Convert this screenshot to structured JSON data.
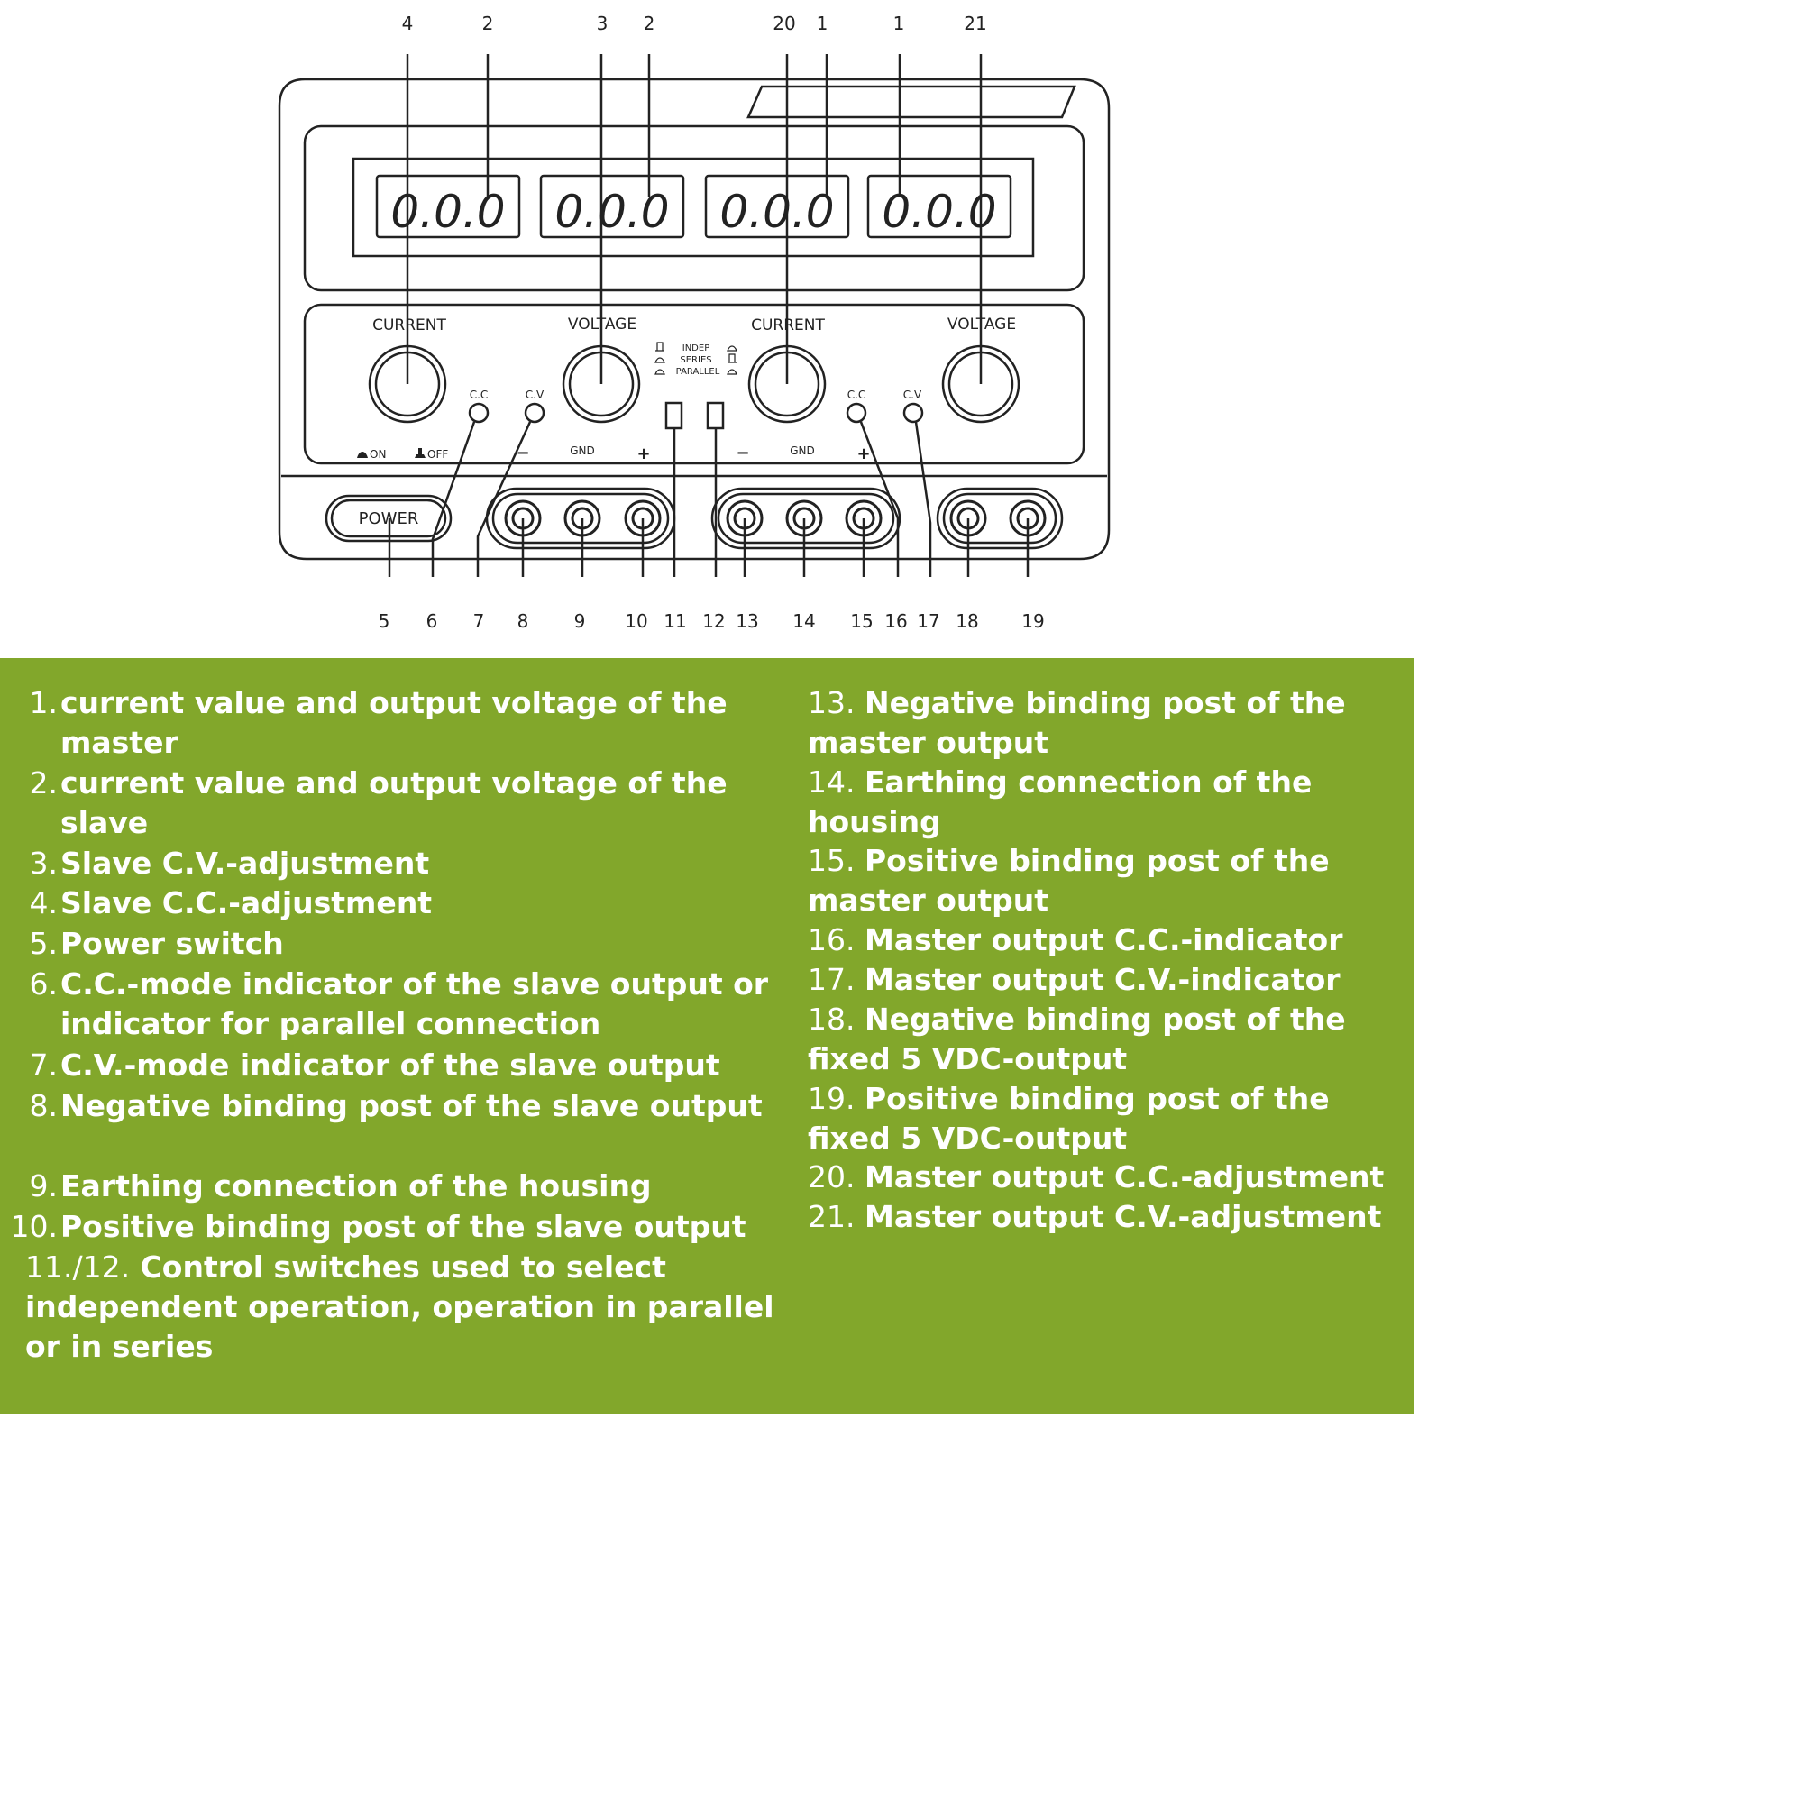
{
  "callouts_top": [
    "4",
    "2",
    "3",
    "2",
    "20",
    "1",
    "1",
    "21"
  ],
  "callouts_bottom": [
    "5",
    "6",
    "7",
    "8",
    "9",
    "10",
    "11",
    "12",
    "13",
    "14",
    "15",
    "16",
    "17",
    "18",
    "19"
  ],
  "panel": {
    "displays": [
      "0.0.0",
      "0.0.0",
      "0.0.0",
      "0.0.0"
    ],
    "knob_labels": [
      "CURRENT",
      "VOLTAGE",
      "CURRENT",
      "VOLTAGE"
    ],
    "indicator_labels": [
      "C.C",
      "C.V",
      "C.C",
      "C.V"
    ],
    "mode_labels": [
      "INDEP",
      "SERIES",
      "PARALLEL"
    ],
    "terminal_labels": [
      "−",
      "GND",
      "+",
      "−",
      "GND",
      "+"
    ],
    "power_on": "ON",
    "power_off": "OFF",
    "power_label": "POWER"
  },
  "legend": {
    "background_color": "#82a72b",
    "left": [
      {
        "num": "1.",
        "text": "current value and output voltage of the master"
      },
      {
        "num": "2.",
        "text": " current value and output voltage of the slave"
      },
      {
        "num": "3.",
        "text": "Slave C.V.-adjustment"
      },
      {
        "num": "4.",
        "text": "Slave C.C.-adjustment"
      },
      {
        "num": "5.",
        "text": "Power switch"
      },
      {
        "num": "6.",
        "text": "C.C.-mode indicator of the slave output or indicator for parallel connection"
      },
      {
        "num": "7.",
        "text": "C.V.-mode indicator of the slave output"
      },
      {
        "num": "8.",
        "text": "Negative binding post of the slave output"
      },
      {
        "num": "9.",
        "text": "Earthing connection of the housing"
      },
      {
        "num": "10.",
        "text": "Positive binding post of the slave output"
      },
      {
        "num": "11./12.",
        "text": "Control switches used to select independent operation, operation in parallel or in series"
      }
    ],
    "right": [
      {
        "num": "13.",
        "text": "Negative binding post of the master output"
      },
      {
        "num": "14.",
        "text": "Earthing connection of the housing"
      },
      {
        "num": "15.",
        "text": "Positive binding post of the master output"
      },
      {
        "num": "16.",
        "text": "Master output C.C.-indicator"
      },
      {
        "num": "17.",
        "text": "Master output C.V.-indicator"
      },
      {
        "num": "18.",
        "text": "Negative binding post of the fixed 5 VDC-output"
      },
      {
        "num": "19.",
        "text": "Positive binding post of the fixed 5 VDC-output"
      },
      {
        "num": "20.",
        "text": "Master output C.C.-adjustment"
      },
      {
        "num": "21.",
        "text": "Master output C.V.-adjustment"
      }
    ]
  }
}
